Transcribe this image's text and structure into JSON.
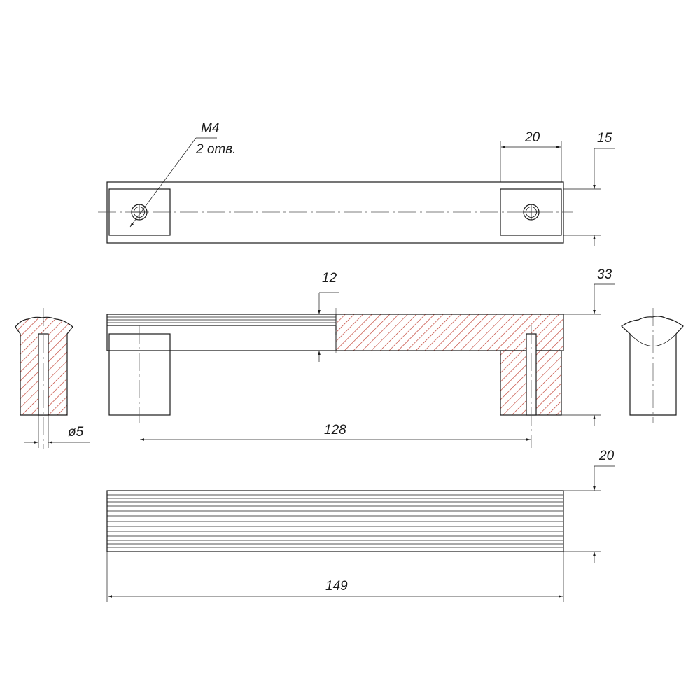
{
  "colors": {
    "line": "#1a1a1a",
    "hatch": "#c0392b",
    "background": "#ffffff"
  },
  "annotations": {
    "thread": "M4",
    "hole_count": "2 отв.",
    "pad_width": "20",
    "pad_height": "15",
    "groove_depth": "12",
    "total_height": "33",
    "pin_diameter": "ø5",
    "hole_spacing": "128",
    "bar_depth": "20",
    "total_length": "149"
  }
}
